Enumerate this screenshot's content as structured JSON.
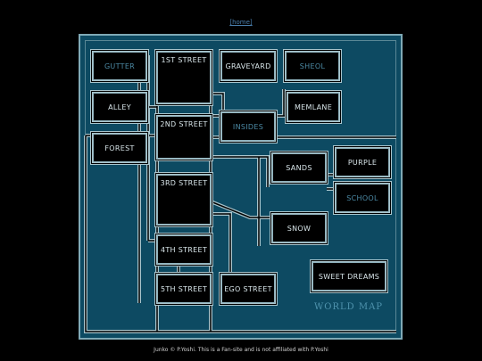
{
  "header": {
    "home_link": "[home]"
  },
  "map": {
    "title": "WORLD MAP",
    "locations": {
      "gutter": "GUTTER",
      "first_street": "1ST STREET",
      "graveyard": "GRAVEYARD",
      "sheol": "SHEOL",
      "alley": "ALLEY",
      "memlane": "MEMLANE",
      "second_street": "2ND STREET",
      "insides": "INSIDES",
      "forest": "FOREST",
      "sands": "SANDS",
      "purple": "PURPLE",
      "school": "SCHOOL",
      "third_street": "3RD STREET",
      "snow": "SNOW",
      "fourth_street": "4TH STREET",
      "sweet_dreams": "SWEET DREAMS",
      "fifth_street": "5TH STREET",
      "ego_street": "EGO STREET"
    }
  },
  "footer": {
    "credit": "Junko © P.Yoshi. This is a Fan-site and is not affiliated with P.Yoshi"
  },
  "colors": {
    "background": "#000000",
    "map_fill": "#0d4a62",
    "border": "#a8c4cc",
    "label_active": "#d9e6ea",
    "label_dim": "#4c8aa5",
    "link": "#4a7fae"
  }
}
